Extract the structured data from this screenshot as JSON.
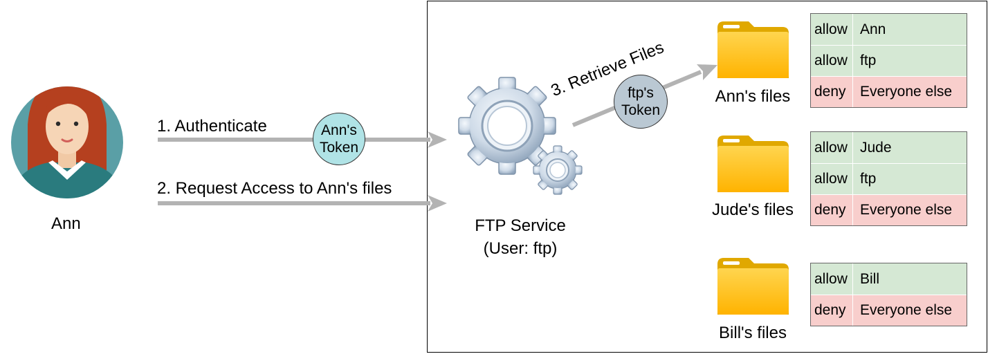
{
  "user": {
    "name": "Ann"
  },
  "steps": {
    "authenticate": "1. Authenticate",
    "request": "2. Request Access to Ann's files",
    "retrieve": "3. Retrieve Files"
  },
  "tokens": {
    "ann": {
      "line1": "Ann's",
      "line2": "Token"
    },
    "ftp": {
      "line1": "ftp's",
      "line2": "Token"
    }
  },
  "service": {
    "line1": "FTP Service",
    "line2": "(User: ftp)"
  },
  "folders": [
    {
      "label": "Ann's files",
      "acl": [
        {
          "action": "allow",
          "who": "Ann"
        },
        {
          "action": "allow",
          "who": "ftp"
        },
        {
          "action": "deny",
          "who": "Everyone else"
        }
      ]
    },
    {
      "label": "Jude's files",
      "acl": [
        {
          "action": "allow",
          "who": "Jude"
        },
        {
          "action": "allow",
          "who": "ftp"
        },
        {
          "action": "deny",
          "who": "Everyone else"
        }
      ]
    },
    {
      "label": "Bill's files",
      "acl": [
        {
          "action": "allow",
          "who": "Bill"
        },
        {
          "action": "deny",
          "who": "Everyone else"
        }
      ]
    }
  ],
  "colors": {
    "arrow": "#b3b3b3",
    "ann_token": "#b0e3e6",
    "ftp_token": "#bac8d3",
    "allow": "#d5e8d4",
    "deny": "#f8cecc",
    "folder": "#ffc107"
  }
}
